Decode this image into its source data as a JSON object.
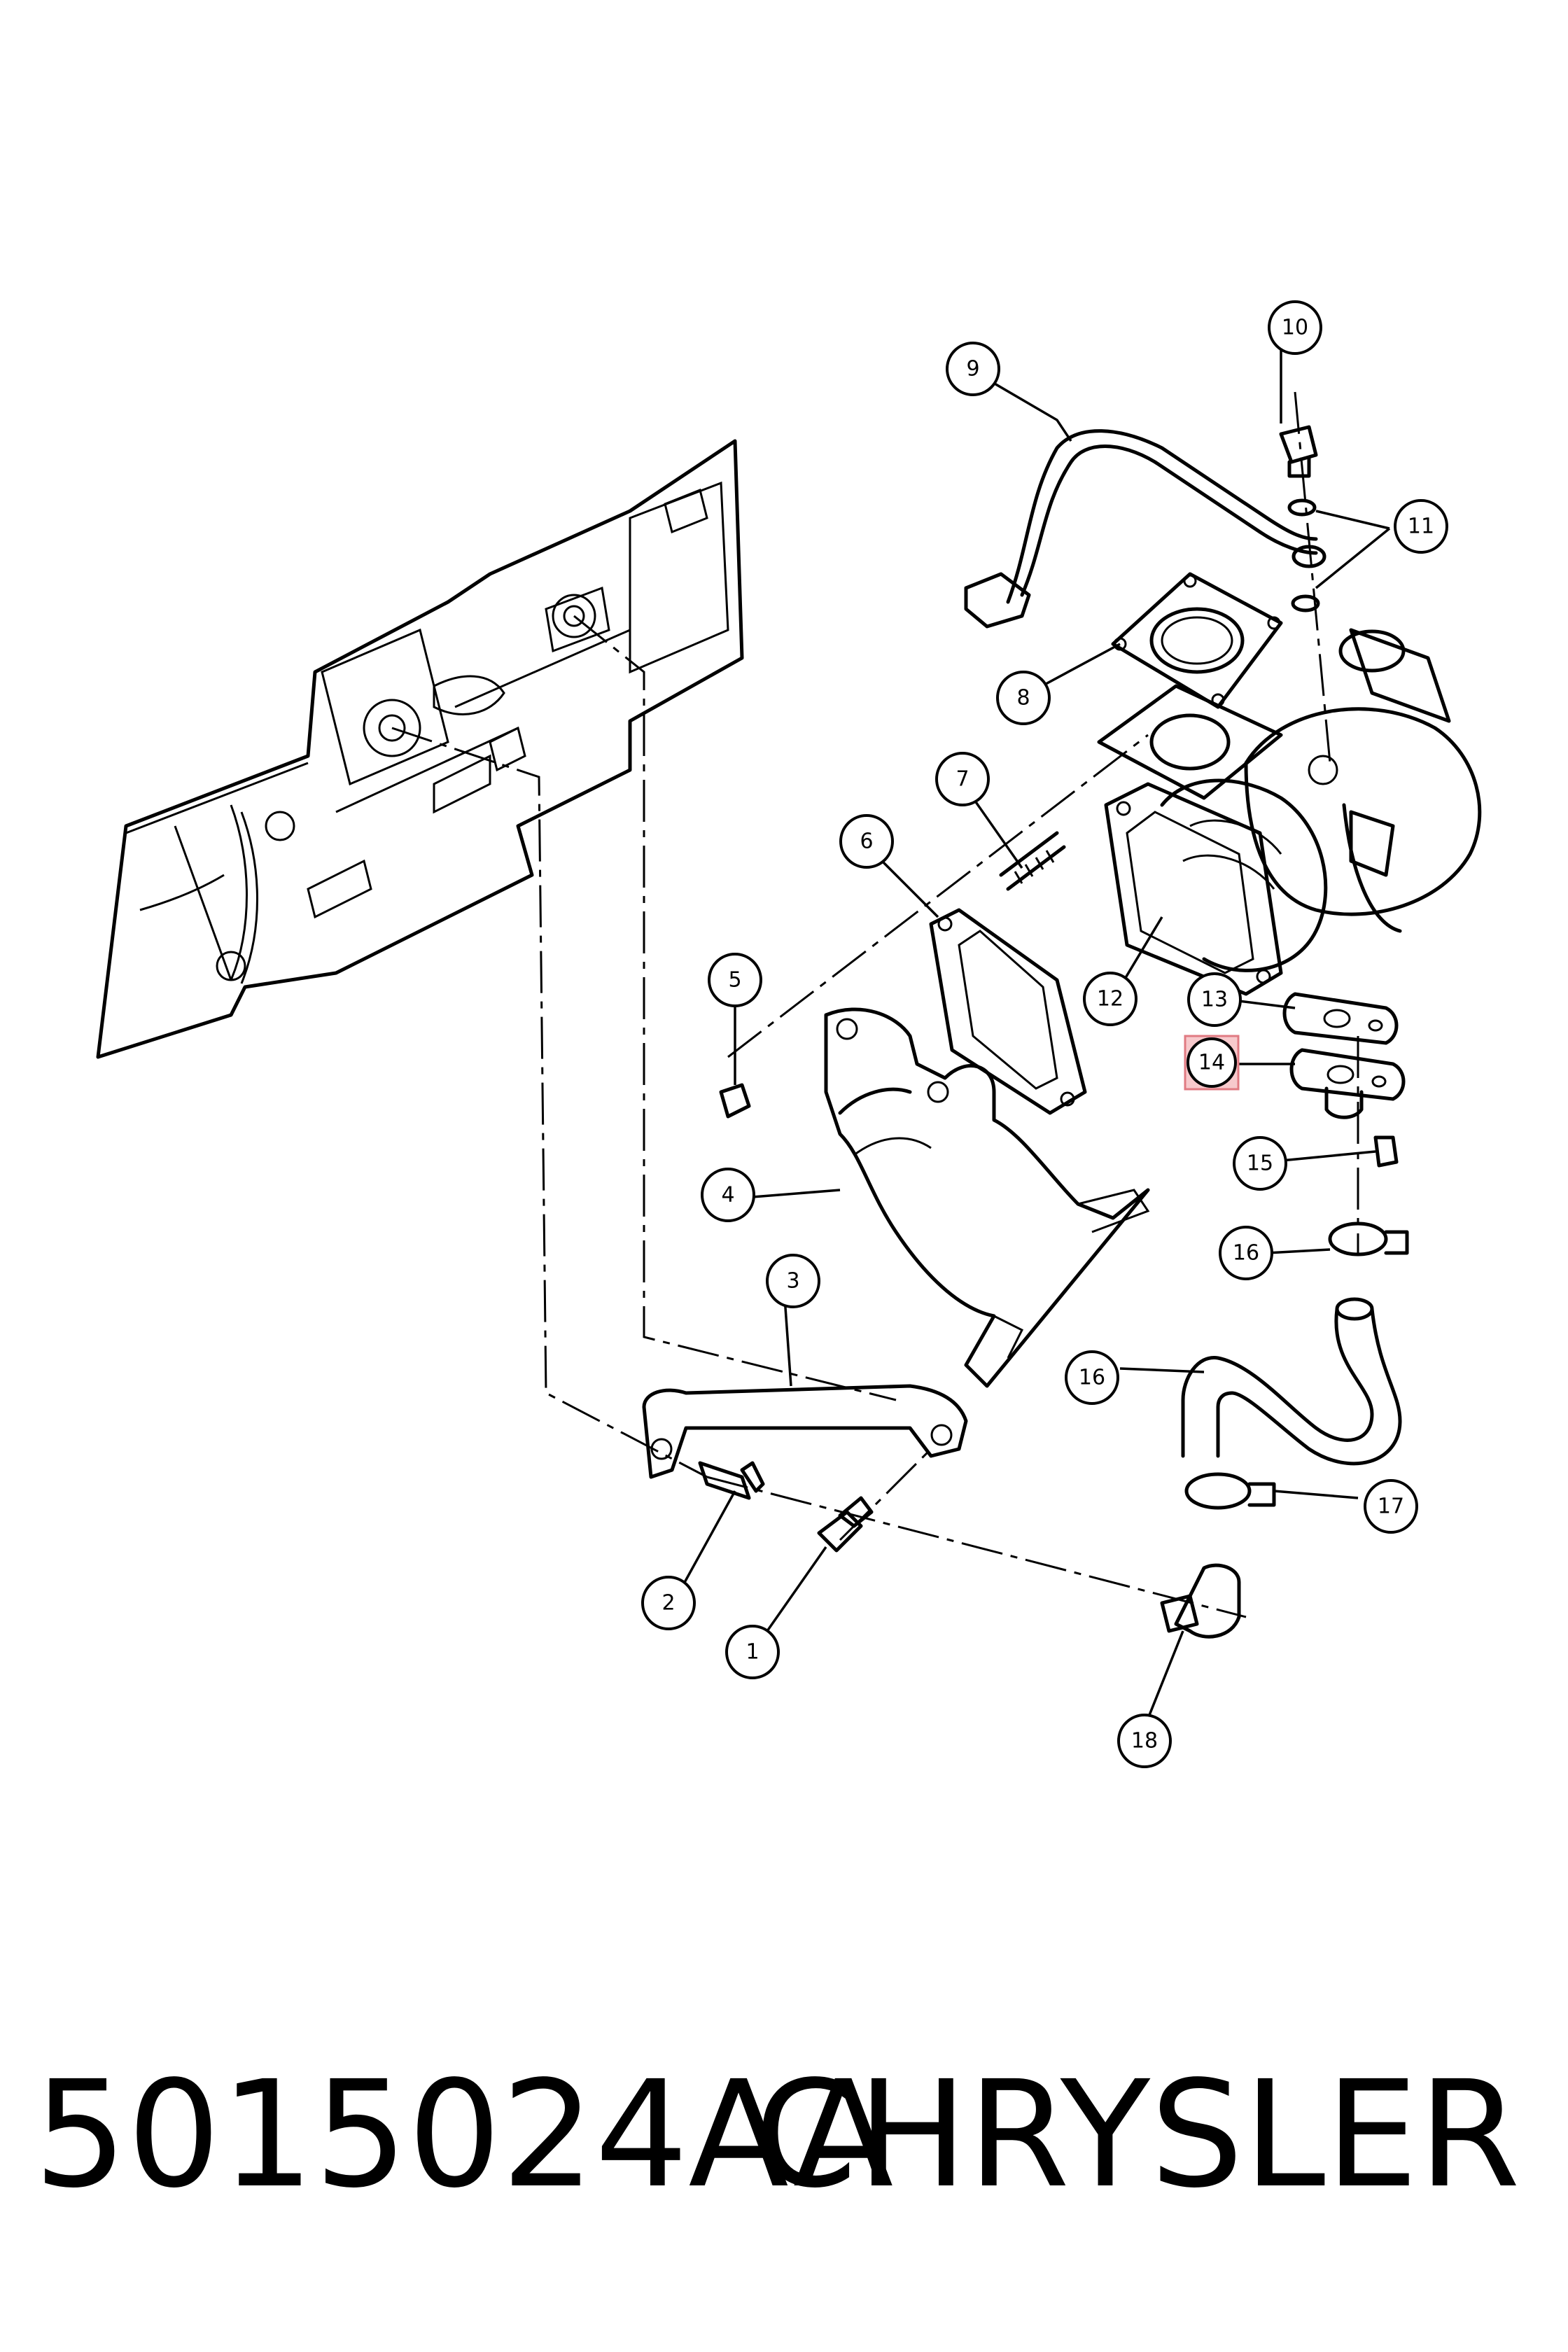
{
  "diagram": {
    "callouts": [
      {
        "id": "c1",
        "label": "1"
      },
      {
        "id": "c2",
        "label": "2"
      },
      {
        "id": "c3",
        "label": "3"
      },
      {
        "id": "c4",
        "label": "4"
      },
      {
        "id": "c5",
        "label": "5"
      },
      {
        "id": "c6",
        "label": "6"
      },
      {
        "id": "c7",
        "label": "7"
      },
      {
        "id": "c8",
        "label": "8"
      },
      {
        "id": "c9",
        "label": "9"
      },
      {
        "id": "c10",
        "label": "10"
      },
      {
        "id": "c11",
        "label": "11"
      },
      {
        "id": "c12",
        "label": "12"
      },
      {
        "id": "c13",
        "label": "13"
      },
      {
        "id": "c14",
        "label": "14",
        "highlighted": true
      },
      {
        "id": "c15",
        "label": "15"
      },
      {
        "id": "c16a",
        "label": "16"
      },
      {
        "id": "c16b",
        "label": "16"
      },
      {
        "id": "c17",
        "label": "17"
      },
      {
        "id": "c18",
        "label": "18"
      }
    ],
    "highlight_color": "#f7c9cc"
  },
  "caption": {
    "part_number": "5015024AA",
    "brand": "CHRYSLER"
  }
}
